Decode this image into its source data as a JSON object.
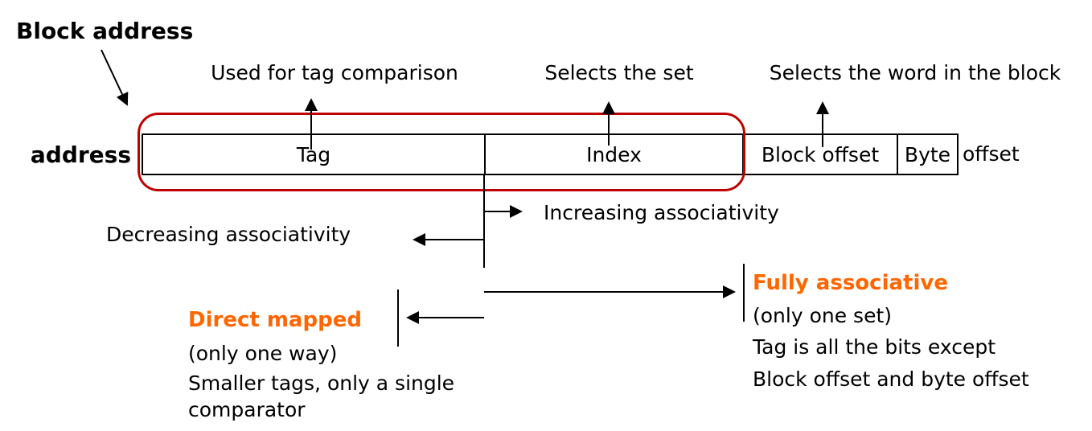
{
  "colors": {
    "accent_orange": "#FF6600",
    "callout_red": "#C00000",
    "ink": "#000000"
  },
  "labels": {
    "block_address": "Block address",
    "address": "address",
    "offset_suffix": "offset"
  },
  "annotations": {
    "tag_comparison": "Used for tag comparison",
    "selects_set": "Selects the set",
    "selects_word": "Selects the word in the block"
  },
  "address_fields": [
    {
      "name": "Tag"
    },
    {
      "name": "Index"
    },
    {
      "name": "Block offset"
    },
    {
      "name": "Byte"
    }
  ],
  "associativity": {
    "increasing": "Increasing associativity",
    "decreasing": "Decreasing associativity"
  },
  "direct_mapped": {
    "title": "Direct mapped",
    "lines": [
      "(only one way)",
      "Smaller tags, only a single",
      "comparator"
    ]
  },
  "fully_associative": {
    "title": "Fully associative",
    "lines": [
      "(only one set)",
      "Tag is all the bits except",
      "Block offset and byte offset"
    ]
  }
}
